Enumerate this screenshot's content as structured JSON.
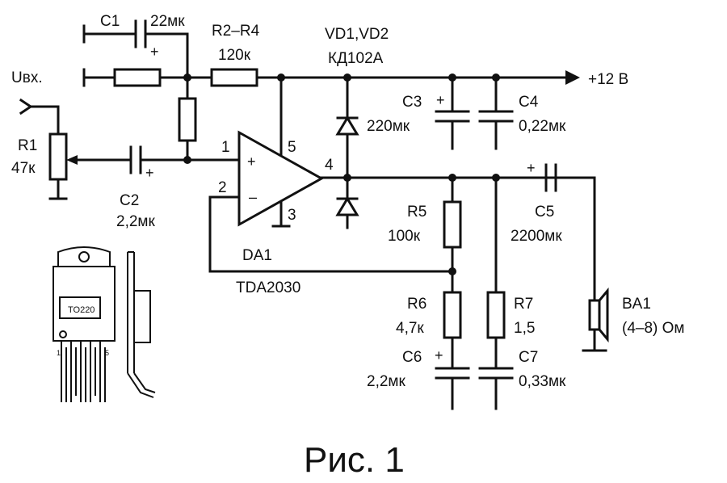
{
  "labels": {
    "c1": "C1",
    "c1_val": "22мк",
    "r2r4": "R2–R4",
    "r2r4_val": "120к",
    "vd": "VD1,VD2",
    "vd_val": "КД102А",
    "supply": "+12 В",
    "uin": "Uвх.",
    "r1": "R1",
    "r1_val": "47к",
    "c2": "C2",
    "c2_val": "2,2мк",
    "c3": "C3",
    "c3_val": "220мк",
    "c4": "C4",
    "c4_val": "0,22мк",
    "c5": "C5",
    "c5_val": "2200мк",
    "r5": "R5",
    "r5_val": "100к",
    "r6": "R6",
    "r6_val": "4,7к",
    "r7": "R7",
    "r7_val": "1,5",
    "c6": "C6",
    "c6_val": "2,2мк",
    "c7": "C7",
    "c7_val": "0,33мк",
    "ba1": "BA1",
    "ba1_val": "(4–8) Ом",
    "da1": "DA1",
    "da1_type": "TDA2030",
    "pin1": "1",
    "pin2": "2",
    "pin3": "3",
    "pin4": "4",
    "pin5": "5",
    "plus": "+",
    "minus": "–",
    "package": "TO220",
    "pkg_pin1": "1",
    "pkg_pin5": "5",
    "caption": "Рис. 1"
  }
}
